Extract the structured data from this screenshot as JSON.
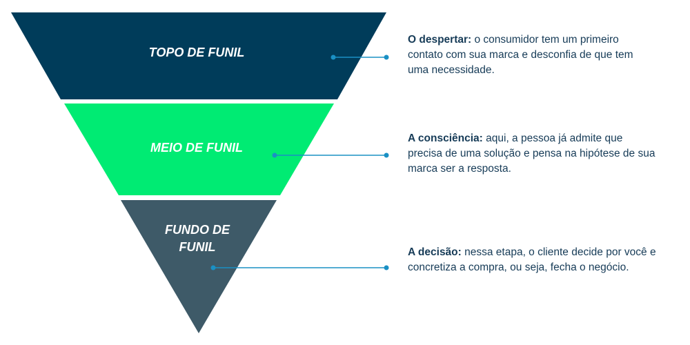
{
  "colors": {
    "top": "#003c5a",
    "middle": "#00eb73",
    "bottom": "#3e5a68",
    "connector": "#1a90c4",
    "text": "#163b57"
  },
  "stages": [
    {
      "label": "TOPO DE FUNIL",
      "desc_title": "O despertar:",
      "desc_body": " o consumidor tem um primeiro contato com sua marca e desconfia de que tem uma necessidade."
    },
    {
      "label": "MEIO DE FUNIL",
      "desc_title": "A consciência:",
      "desc_body": " aqui, a pessoa já admite que precisa de uma solução e pensa na hipótese de sua marca ser a resposta."
    },
    {
      "label_line1": "FUNDO DE",
      "label_line2": "FUNIL",
      "desc_title": "A decisão:",
      "desc_body": " nessa etapa, o cliente decide por você e concretiza a compra, ou seja, fecha o negócio."
    }
  ]
}
